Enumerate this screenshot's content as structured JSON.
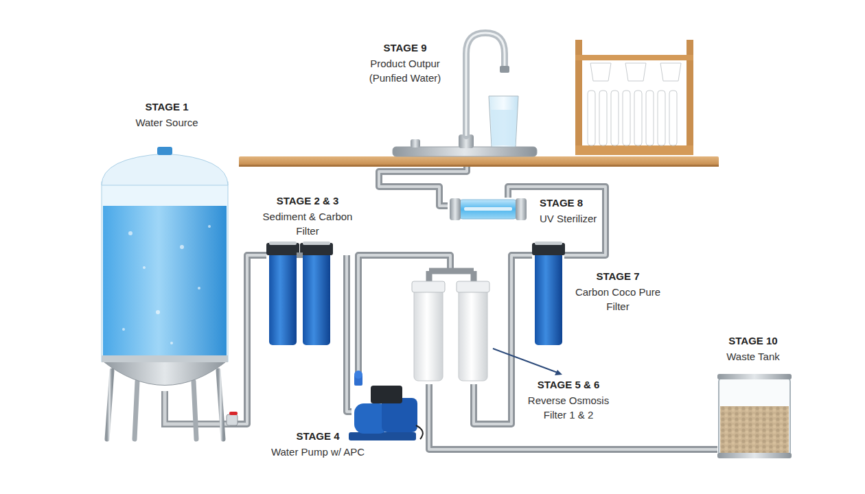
{
  "diagram": {
    "nodes": [
      {
        "text": [
          "STAGE 1",
          "Water Source"
        ]
      },
      {
        "text": [
          "STAGE 2 & 3",
          "Sediment & Carbon Filter"
        ]
      },
      {
        "text": [
          "STAGE 4",
          "Water Pump w/ APC"
        ]
      },
      {
        "text": [
          "STAGE 5 & 6",
          "Reverse Osmosis Filter 1 & 2"
        ]
      },
      {
        "text": [
          "STAGE 7",
          "Carbon Coco Pure Filter"
        ]
      },
      {
        "text": [
          "STAGE 8",
          "UV Sterilizer"
        ]
      },
      {
        "text": [
          "STAGE 9",
          "Product Outpur (Punfied Water)"
        ]
      },
      {
        "text": [
          "STAGE 10",
          "Waste Tank"
        ]
      }
    ],
    "edges": [
      {
        "from": 0,
        "to": 1,
        "arrow": "none"
      },
      {
        "from": 1,
        "to": 2,
        "arrow": "none"
      },
      {
        "from": 2,
        "to": 3,
        "arrow": "none"
      },
      {
        "from": 3,
        "to": 4,
        "arrow": "none"
      },
      {
        "from": 3,
        "to": 7,
        "arrow": "none"
      },
      {
        "from": 4,
        "to": 5,
        "arrow": "none"
      },
      {
        "from": 5,
        "to": 6,
        "arrow": "none"
      }
    ]
  }
}
